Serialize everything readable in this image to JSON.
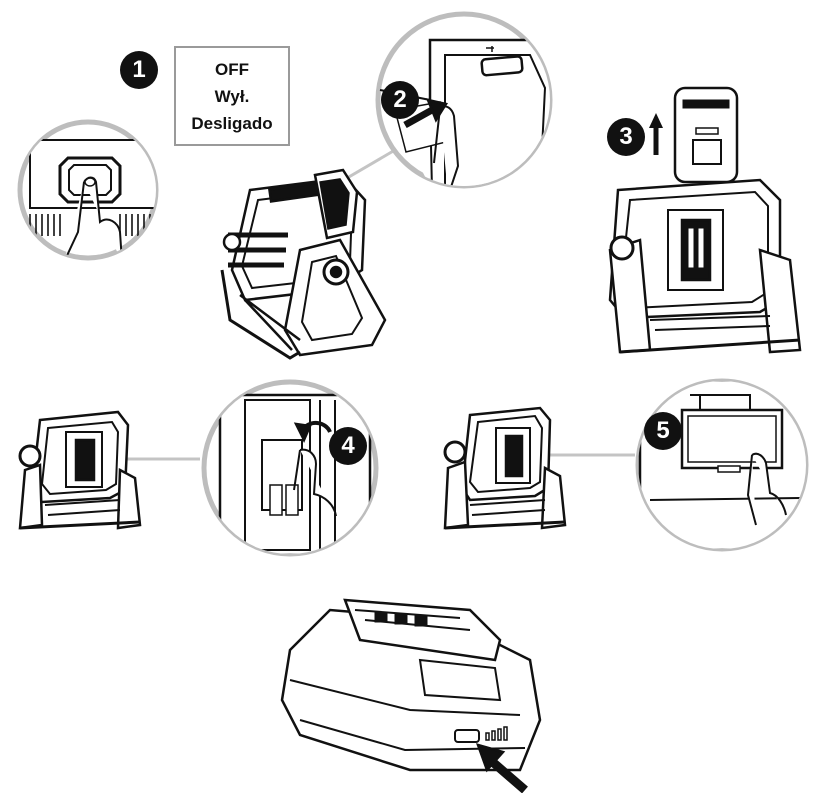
{
  "off_label": {
    "line1": "OFF",
    "line2": "Wył.",
    "line3": "Desligado"
  },
  "steps": [
    "1",
    "2",
    "3",
    "4",
    "5"
  ],
  "colors": {
    "ink": "#111111",
    "callout_ring": "#bdbdbd",
    "connector": "#c4c4c4",
    "box_border": "#9a9a9a"
  }
}
